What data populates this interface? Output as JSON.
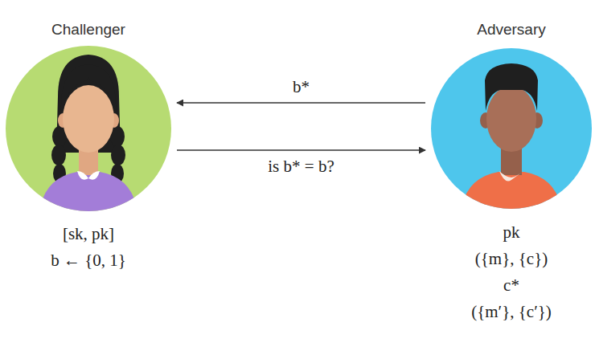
{
  "diagram": {
    "nodes": [
      {
        "text": [
          "Challenger",
          "[sk, pk]",
          "b ← {0, 1}"
        ]
      },
      {
        "text": [
          "Adversary",
          "pk",
          "({m}, {c})",
          "c*",
          "({m′}, {c′})"
        ]
      }
    ],
    "edges": [
      {
        "from": 1,
        "to": 0,
        "arrow": "to",
        "label": "b*"
      },
      {
        "from": 0,
        "to": 1,
        "arrow": "to",
        "label": "is b* = b?"
      }
    ]
  }
}
